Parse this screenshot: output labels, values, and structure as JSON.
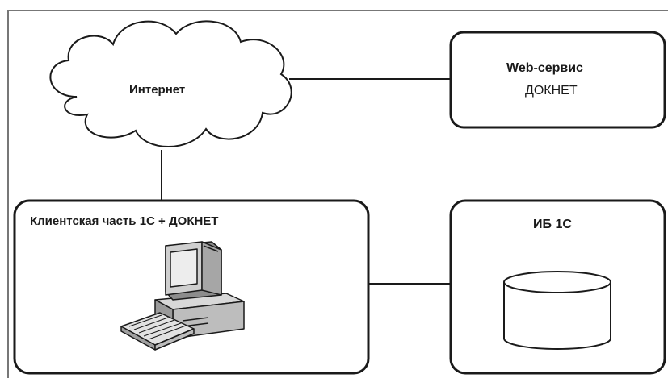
{
  "diagram": {
    "cloud": {
      "label": "Интернет"
    },
    "web_service": {
      "title": "Web-сервис",
      "subtitle": "ДОКНЕТ"
    },
    "client": {
      "title": "Клиентская часть 1С + ДОКНЕТ"
    },
    "ib": {
      "title": "ИБ 1С"
    }
  },
  "colors": {
    "stroke": "#1a1a1a",
    "frame": "#777777",
    "monitor_gray": "#9a9a9a",
    "screen_gray": "#c8c8c8",
    "keyboard_gray": "#b5b5b5"
  }
}
